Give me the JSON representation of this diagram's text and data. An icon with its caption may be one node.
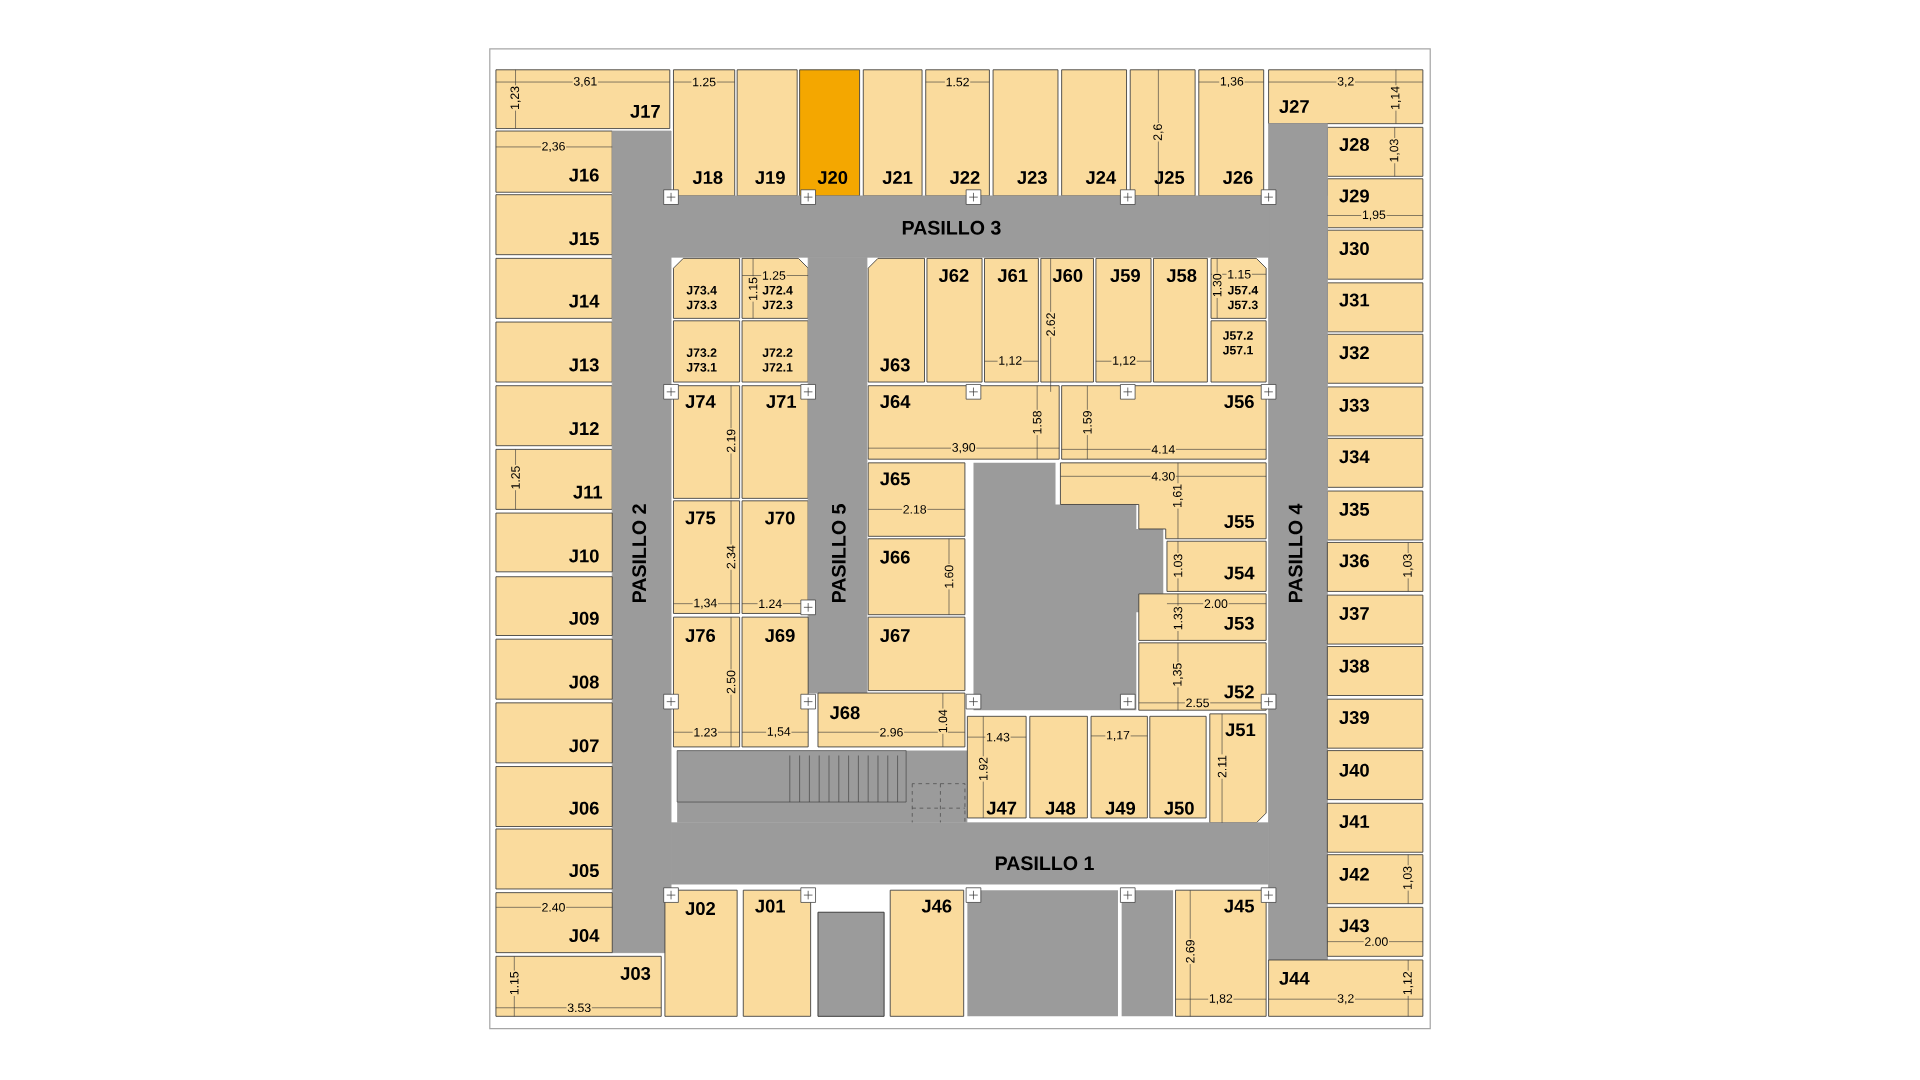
{
  "diagram": {
    "nodes": [
      {
        "text": [
          "J17"
        ]
      },
      {
        "text": [
          "J18"
        ]
      },
      {
        "text": [
          "J19"
        ]
      },
      {
        "text": [
          "J20"
        ]
      },
      {
        "text": [
          "J21"
        ]
      },
      {
        "text": [
          "J22"
        ]
      },
      {
        "text": [
          "J23"
        ]
      },
      {
        "text": [
          "J24"
        ]
      },
      {
        "text": [
          "J25"
        ]
      },
      {
        "text": [
          "J26"
        ]
      },
      {
        "text": [
          "J27"
        ]
      },
      {
        "text": [
          "J16"
        ]
      },
      {
        "text": [
          "J28"
        ]
      },
      {
        "text": [
          "J29"
        ]
      },
      {
        "text": [
          "PASILLO 3"
        ]
      },
      {
        "text": [
          "J15"
        ]
      },
      {
        "text": [
          "J30"
        ]
      },
      {
        "text": [
          "J73.4",
          "J73.3"
        ]
      },
      {
        "text": [
          "J72.4",
          "J72.3"
        ]
      },
      {
        "text": [
          "J63"
        ]
      },
      {
        "text": [
          "J62"
        ]
      },
      {
        "text": [
          "J61"
        ]
      },
      {
        "text": [
          "J60"
        ]
      },
      {
        "text": [
          "J59"
        ]
      },
      {
        "text": [
          "J58"
        ]
      },
      {
        "text": [
          "J57.4",
          "J57.3"
        ]
      },
      {
        "text": [
          "J14"
        ]
      },
      {
        "text": [
          "J31"
        ]
      },
      {
        "text": [
          "J13"
        ]
      },
      {
        "text": [
          "J73.2",
          "J73.1"
        ]
      },
      {
        "text": [
          "J72.2",
          "J72.1"
        ]
      },
      {
        "text": [
          "J57.2",
          "J57.1"
        ]
      },
      {
        "text": [
          "J32"
        ]
      },
      {
        "text": [
          "J74"
        ]
      },
      {
        "text": [
          "J71"
        ]
      },
      {
        "text": [
          "J64"
        ]
      },
      {
        "text": [
          "J56"
        ]
      },
      {
        "text": [
          "J33"
        ]
      },
      {
        "text": [
          "J12"
        ]
      },
      {
        "text": [
          "J34"
        ]
      },
      {
        "text": [
          "J65"
        ]
      },
      {
        "text": [
          "J55"
        ]
      },
      {
        "text": [
          "J11"
        ]
      },
      {
        "text": [
          "J35"
        ]
      },
      {
        "text": [
          "J75"
        ]
      },
      {
        "text": [
          "J70"
        ]
      },
      {
        "text": [
          "PASILLO 2"
        ]
      },
      {
        "text": [
          "PASILLO 5"
        ]
      },
      {
        "text": [
          "PASILLO 4"
        ]
      },
      {
        "text": [
          "J66"
        ]
      },
      {
        "text": [
          "J10"
        ]
      },
      {
        "text": [
          "J54"
        ]
      },
      {
        "text": [
          "J36"
        ]
      },
      {
        "text": [
          "J09"
        ]
      },
      {
        "text": [
          "J37"
        ]
      },
      {
        "text": [
          "J53"
        ]
      },
      {
        "text": [
          "J76"
        ]
      },
      {
        "text": [
          "J69"
        ]
      },
      {
        "text": [
          "J67"
        ]
      },
      {
        "text": [
          "J08"
        ]
      },
      {
        "text": [
          "J38"
        ]
      },
      {
        "text": [
          "J52"
        ]
      },
      {
        "text": [
          "J68"
        ]
      },
      {
        "text": [
          "J39"
        ]
      },
      {
        "text": [
          "J07"
        ]
      },
      {
        "text": [
          "J51"
        ]
      },
      {
        "text": [
          "J40"
        ]
      },
      {
        "text": [
          "J06"
        ]
      },
      {
        "text": [
          "J47"
        ]
      },
      {
        "text": [
          "J48"
        ]
      },
      {
        "text": [
          "J49"
        ]
      },
      {
        "text": [
          "J50"
        ]
      },
      {
        "text": [
          "J41"
        ]
      },
      {
        "text": [
          "J05"
        ]
      },
      {
        "text": [
          "PASILLO 1"
        ]
      },
      {
        "text": [
          "J42"
        ]
      },
      {
        "text": [
          "J02"
        ]
      },
      {
        "text": [
          "J01"
        ]
      },
      {
        "text": [
          "J46"
        ]
      },
      {
        "text": [
          "J45"
        ]
      },
      {
        "text": [
          "J04"
        ]
      },
      {
        "text": [
          "J43"
        ]
      },
      {
        "text": [
          "J03"
        ]
      },
      {
        "text": [
          "J44"
        ]
      }
    ],
    "labels": [
      "3,61",
      "1.25",
      "1.52",
      "1,36",
      "3,2",
      "1,23",
      "1,14",
      "2,36",
      "2,6",
      "1,03",
      "1,95",
      "1.25",
      "1.15",
      "1.15",
      "1.30",
      "2.62",
      "1,12",
      "1,12",
      "1.58",
      "1.59",
      "2.19",
      "3,90",
      "4.14",
      "1.25",
      "4.30",
      "1,61",
      "2.18",
      "2.34",
      "1.03",
      "1,03",
      "1.60",
      "1,34",
      "1.24",
      "2.00",
      "1.33",
      "2.50",
      "1,35",
      "2.55",
      "1.04",
      "1.23",
      "1,54",
      "2.96",
      "1.43",
      "1,17",
      "1.92",
      "2.11",
      "1,03",
      "2.40",
      "2.00",
      "2.69",
      "1.15",
      "3.53",
      "1,82",
      "3,2",
      "1,12"
    ]
  }
}
